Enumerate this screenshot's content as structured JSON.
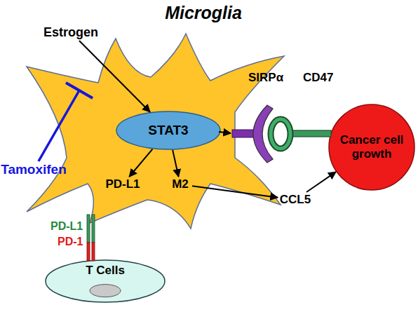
{
  "diagram": {
    "nodes": [
      {
        "text": [
          "Microglia"
        ]
      },
      {
        "text": [
          "STAT3"
        ],
        "in": 0
      },
      {
        "text": [
          "PD-L1"
        ],
        "in": 0
      },
      {
        "text": [
          "M2"
        ],
        "in": 0
      },
      {
        "text": [
          "Estrogen"
        ]
      },
      {
        "text": [
          "Tamoxifen"
        ]
      },
      {
        "text": [
          "CCL5"
        ]
      },
      {
        "text": [
          "Cancer cell growth"
        ]
      },
      {
        "text": [
          "T Cells"
        ]
      }
    ],
    "edges": [
      {
        "from": 4,
        "to": 1,
        "arrow": "to"
      },
      {
        "from": 5,
        "to": 0,
        "arrow": "to"
      },
      {
        "from": 1,
        "to": 2,
        "arrow": "to"
      },
      {
        "from": 1,
        "to": 3,
        "arrow": "to"
      },
      {
        "from": 3,
        "to": 6,
        "arrow": "to"
      },
      {
        "from": 6,
        "to": 7,
        "arrow": "to"
      }
    ],
    "labels": [
      "SIRPα",
      "CD47",
      "PD-L1",
      "PD-1"
    ]
  }
}
